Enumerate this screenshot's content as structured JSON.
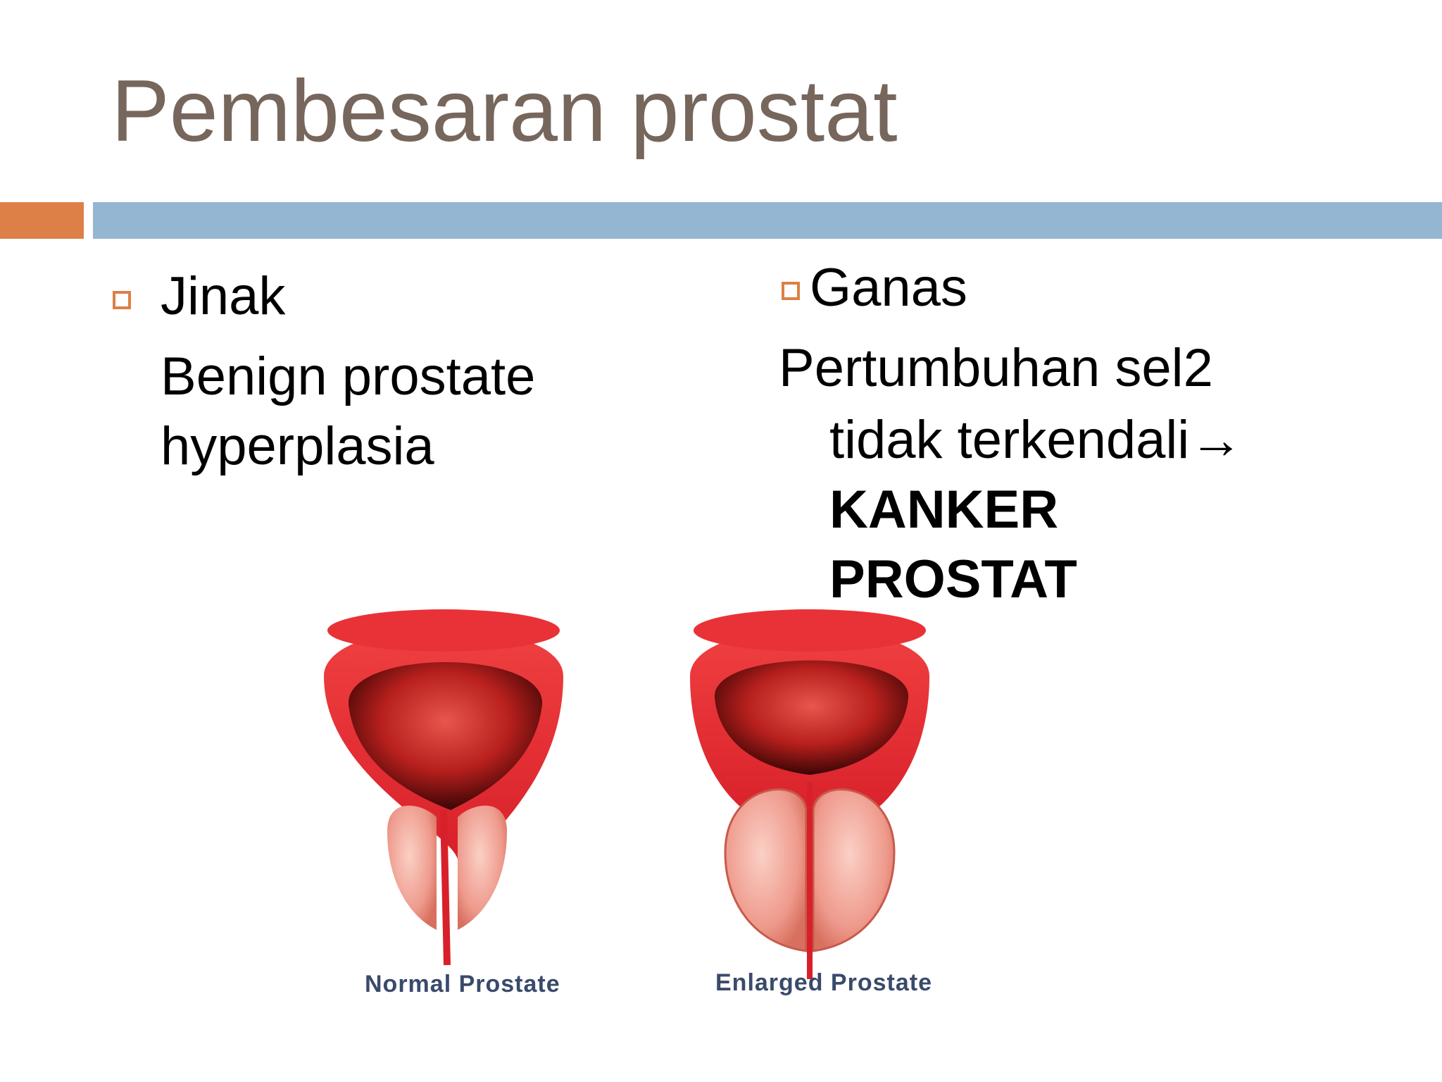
{
  "slide": {
    "title": "Pembesaran prostat",
    "colors": {
      "title": "#76665c",
      "accent_orange": "#dd8047",
      "accent_blue": "#94b6d2"
    }
  },
  "left_column": {
    "bullet_icon": "hollow-square-bullet",
    "heading": "Jinak",
    "body_line1": "Benign prostate",
    "body_line2": "hyperplasia"
  },
  "right_column": {
    "bullet_icon": "hollow-square-bullet",
    "heading": "Ganas",
    "body_line1": "Pertumbuhan sel2",
    "body_line2": "tidak terkendali",
    "arrow_icon": "right-arrow",
    "arrow_glyph": "→",
    "emphasis_line1": "KANKER",
    "emphasis_line2": "PROSTAT"
  },
  "figure": {
    "left_caption": "Normal Prostate",
    "right_caption": "Enlarged Prostate"
  }
}
